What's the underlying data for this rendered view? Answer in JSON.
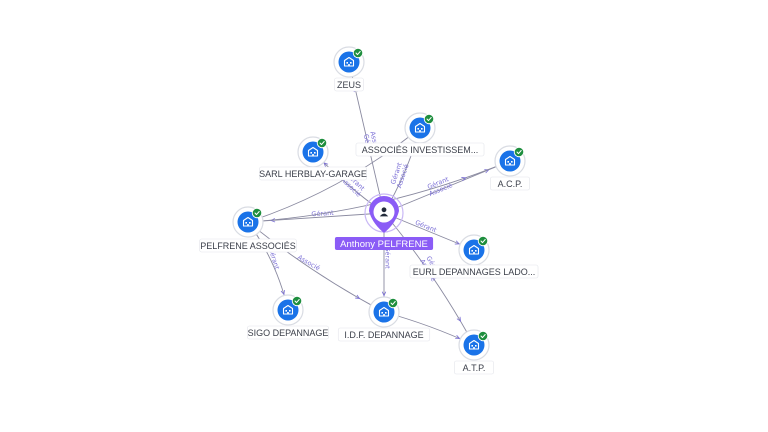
{
  "colors": {
    "company_blue": "#1a73e8",
    "check_green": "#1e8e3e",
    "person_purple": "#8b5cf6",
    "edge_gray": "#8a8aa0",
    "edge_label": "#7b6fd6"
  },
  "icons": {
    "company": "building-icon",
    "verified": "check-badge-icon",
    "person": "person-icon"
  },
  "center": {
    "id": "center",
    "label": "Anthony PELFRENE"
  },
  "nodes": [
    {
      "id": "zeus",
      "label": "ZEUS"
    },
    {
      "id": "associes",
      "label": "ASSOCIÉS INVESTISSEM..."
    },
    {
      "id": "herblay",
      "label": "SARL HERBLAY-GARAGE"
    },
    {
      "id": "acp",
      "label": "A.C.P."
    },
    {
      "id": "pelfrene",
      "label": "PELFRENE ASSOCIÉS"
    },
    {
      "id": "eurl",
      "label": "EURL DEPANNAGES LADO..."
    },
    {
      "id": "sigo",
      "label": "SIGO DEPANNAGE"
    },
    {
      "id": "idf",
      "label": "I.D.F. DEPANNAGE"
    },
    {
      "id": "atp",
      "label": "A.T.P."
    }
  ],
  "edges": [
    {
      "from": "center",
      "to": "zeus",
      "labels": [
        "Gérant",
        "Associé"
      ]
    },
    {
      "from": "center",
      "to": "associes",
      "labels": [
        "Gérant",
        "Associé"
      ]
    },
    {
      "from": "center",
      "to": "herblay",
      "labels": [
        "Associé",
        "Gérant"
      ]
    },
    {
      "from": "center",
      "to": "acp",
      "labels": [
        "Gérant",
        "Associé"
      ]
    },
    {
      "from": "center",
      "to": "pelfrene",
      "labels": [
        "Gérant"
      ]
    },
    {
      "from": "center",
      "to": "eurl",
      "labels": [
        "Gérant"
      ]
    },
    {
      "from": "center",
      "to": "idf",
      "labels": [
        "Gérant"
      ]
    },
    {
      "from": "center",
      "to": "atp",
      "labels": [
        "Gérant",
        "Associé"
      ]
    },
    {
      "from": "pelfrene",
      "to": "sigo",
      "labels": [
        "Gérant"
      ]
    },
    {
      "from": "pelfrene",
      "to": "idf",
      "labels": [
        "Associé"
      ]
    },
    {
      "from": "pelfrene",
      "to": "associes",
      "labels": []
    },
    {
      "from": "pelfrene",
      "to": "acp",
      "labels": []
    },
    {
      "from": "idf",
      "to": "atp",
      "labels": []
    }
  ]
}
